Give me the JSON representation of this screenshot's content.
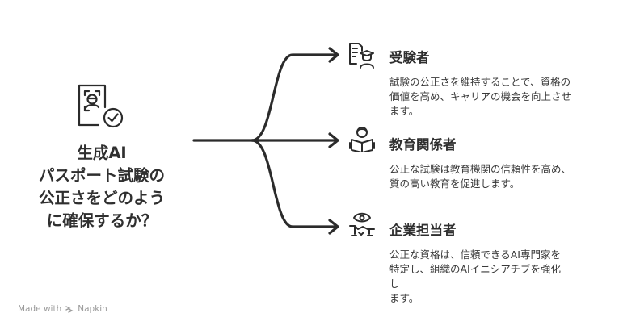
{
  "center": {
    "title_lines": [
      "生成AI",
      "パスポート試験の",
      "公正さをどのよう",
      "に確保するか？"
    ],
    "icon": "certificate-approval-icon"
  },
  "branches": [
    {
      "title": "受験者",
      "icon": "test-taker-document-icon",
      "desc_lines": [
        "試験の公正さを維持することで、資格の",
        "価値を高め、キャリアの機会を向上させ",
        "ます。"
      ]
    },
    {
      "title": "教育関係者",
      "icon": "educator-reading-icon",
      "desc_lines": [
        "公正な試験は教育機関の信頼性を高め、",
        "質の高い教育を促進します。"
      ]
    },
    {
      "title": "企業担当者",
      "icon": "business-handshake-icon",
      "desc_lines": [
        "公正な資格は、信頼できるAI専門家を",
        "特定し、組織のAIイニシアチブを強化",
        "し",
        "ます。"
      ]
    }
  ],
  "footer": {
    "made_with": "Made with",
    "brand": "Napkin"
  },
  "colors": {
    "line": "#2b2b2b",
    "text": "#2f2f2f",
    "footer": "#9a9a9a"
  }
}
